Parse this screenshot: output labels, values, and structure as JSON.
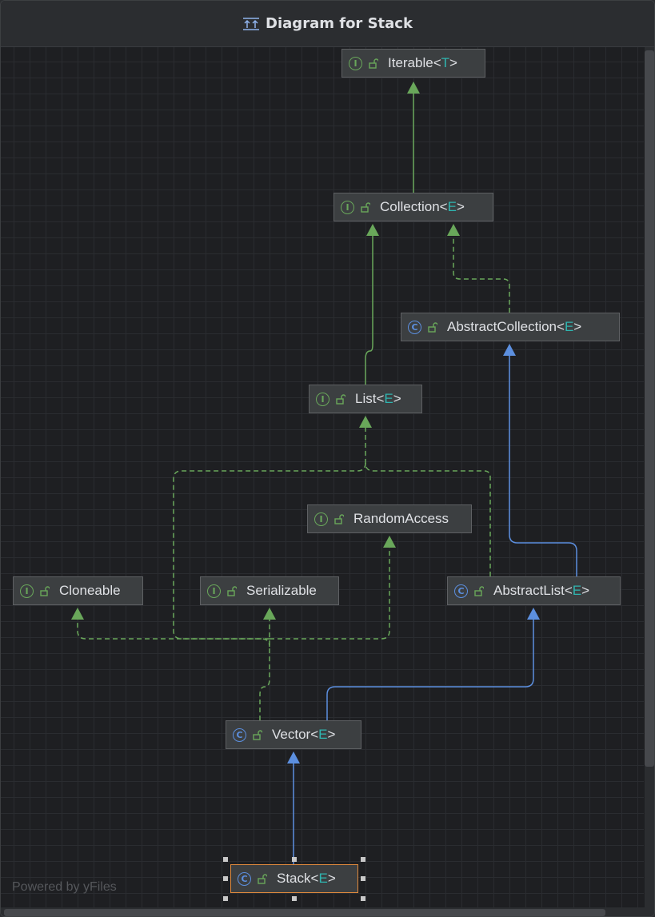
{
  "window": {
    "title": "Diagram for Stack",
    "watermark": "Powered by yFiles"
  },
  "icons": {
    "title": "class-diagram-icon",
    "interface": "interface-icon",
    "class": "class-icon",
    "abstract_class": "abstract-class-icon",
    "visibility": "public-lock-icon"
  },
  "colors": {
    "interface_badge": "#69a75a",
    "class_badge": "#5c8fdf",
    "implements_edge": "#69a75a",
    "extends_edge": "#5c8fdf",
    "generic_param": "#2fb5b0",
    "selected_border": "#e08a3c"
  },
  "nodes": [
    {
      "id": "iterable",
      "name": "Iterable",
      "generic": "T",
      "kind": "interface",
      "badge": "I"
    },
    {
      "id": "collection",
      "name": "Collection",
      "generic": "E",
      "kind": "interface",
      "badge": "I"
    },
    {
      "id": "abstractcollection",
      "name": "AbstractCollection",
      "generic": "E",
      "kind": "abstract_class",
      "badge": "C"
    },
    {
      "id": "list",
      "name": "List",
      "generic": "E",
      "kind": "interface",
      "badge": "I"
    },
    {
      "id": "randomaccess",
      "name": "RandomAccess",
      "generic": "",
      "kind": "interface",
      "badge": "I"
    },
    {
      "id": "cloneable",
      "name": "Cloneable",
      "generic": "",
      "kind": "interface",
      "badge": "I"
    },
    {
      "id": "serializable",
      "name": "Serializable",
      "generic": "",
      "kind": "interface",
      "badge": "I"
    },
    {
      "id": "abstractlist",
      "name": "AbstractList",
      "generic": "E",
      "kind": "abstract_class",
      "badge": "C"
    },
    {
      "id": "vector",
      "name": "Vector",
      "generic": "E",
      "kind": "class",
      "badge": "C"
    },
    {
      "id": "stack",
      "name": "Stack",
      "generic": "E",
      "kind": "class",
      "badge": "C",
      "selected": true
    }
  ],
  "edges": [
    {
      "from": "collection",
      "to": "iterable",
      "type": "extends-interface"
    },
    {
      "from": "list",
      "to": "collection",
      "type": "extends-interface"
    },
    {
      "from": "abstractcollection",
      "to": "collection",
      "type": "implements"
    },
    {
      "from": "abstractlist",
      "to": "abstractcollection",
      "type": "extends"
    },
    {
      "from": "abstractlist",
      "to": "list",
      "type": "implements"
    },
    {
      "from": "vector",
      "to": "list",
      "type": "implements"
    },
    {
      "from": "vector",
      "to": "randomaccess",
      "type": "implements"
    },
    {
      "from": "vector",
      "to": "cloneable",
      "type": "implements"
    },
    {
      "from": "vector",
      "to": "serializable",
      "type": "implements"
    },
    {
      "from": "vector",
      "to": "abstractlist",
      "type": "extends"
    },
    {
      "from": "stack",
      "to": "vector",
      "type": "extends"
    }
  ]
}
